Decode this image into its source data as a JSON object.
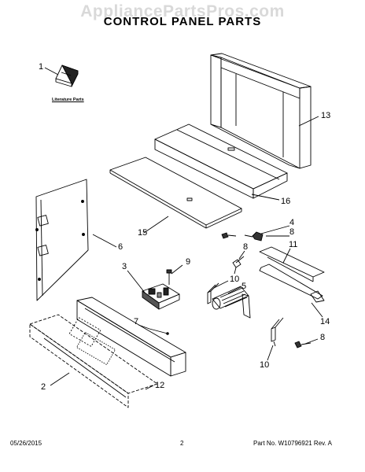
{
  "watermark": "AppliancePartsPros.com",
  "title": "CONTROL PANEL PARTS",
  "literature_label": "Literature Parts",
  "callouts": [
    "1",
    "13",
    "16",
    "15",
    "6",
    "4",
    "8",
    "11",
    "9",
    "3",
    "8",
    "10",
    "5",
    "7",
    "14",
    "8",
    "10",
    "2",
    "12"
  ],
  "footer": {
    "date": "05/26/2015",
    "page": "2",
    "part_no": "Part No. W10796921  Rev. A"
  }
}
